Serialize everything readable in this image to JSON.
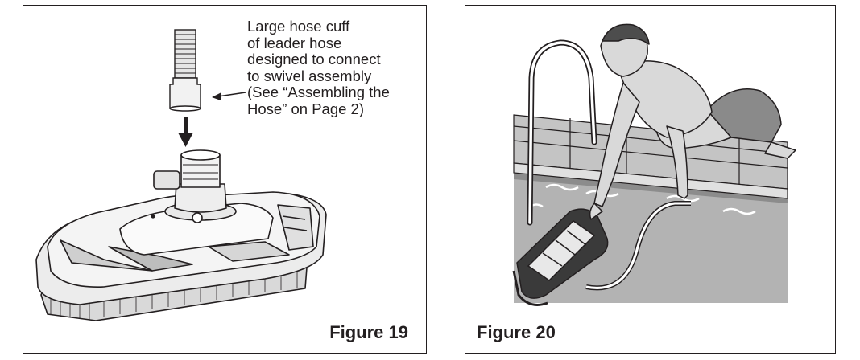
{
  "figure19": {
    "caption": "Figure 19",
    "callout_lines": [
      "Large hose cuff",
      "of leader hose",
      "designed to connect",
      "to swivel assembly",
      "(See “Assembling the",
      "Hose” on Page 2)"
    ]
  },
  "figure20": {
    "caption": "Figure 20"
  }
}
